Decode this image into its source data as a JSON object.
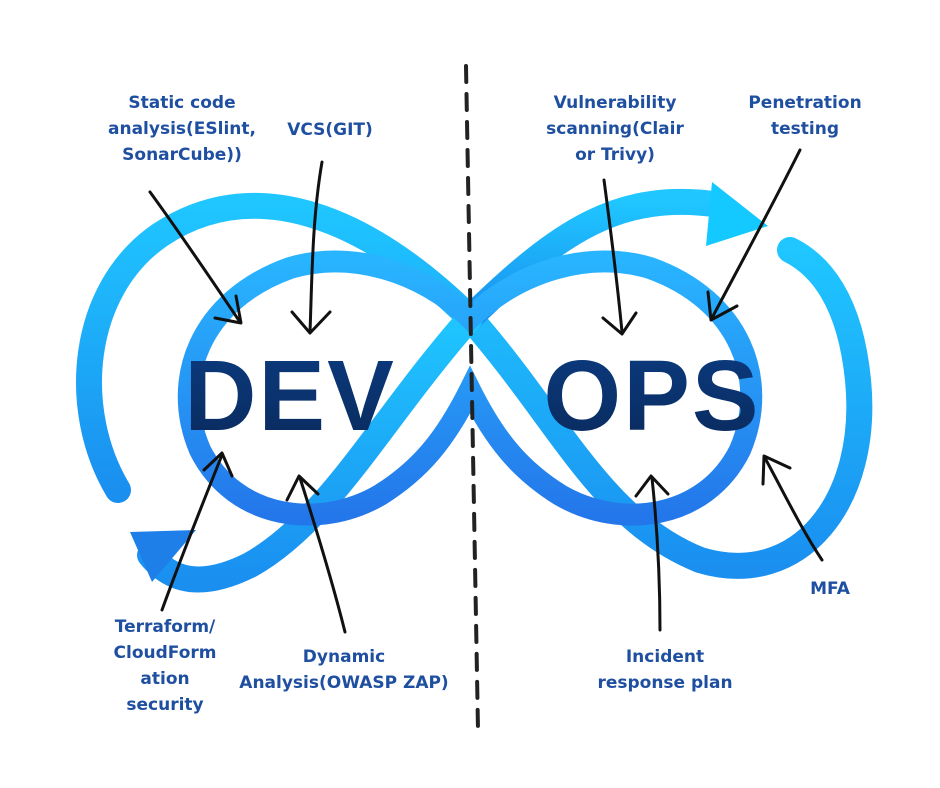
{
  "colors": {
    "outer_loop": "#19b4f6",
    "inner_loop": "#2a8ff2",
    "arrow_head_top": "#14c9ff",
    "arrow_head_bottom": "#1e7fe8",
    "title_text": "#0c3a7a",
    "label_text": "#1f4fa0",
    "pointer_arrows": "#111111",
    "divider": "#222222"
  },
  "center": {
    "left_word": "DEV",
    "right_word": "OPS"
  },
  "labels": {
    "static_code_analysis": [
      "Static code",
      "analysis(ESlint,",
      "SonarCube))"
    ],
    "vcs": [
      "VCS(GIT)"
    ],
    "vulnerability_scanning": [
      "Vulnerability",
      "scanning(Clair",
      "or Trivy)"
    ],
    "penetration_testing": [
      "Penetration",
      "testing"
    ],
    "terraform": [
      "Terraform/",
      "CloudForm",
      "ation",
      "security"
    ],
    "dynamic_analysis": [
      "Dynamic",
      "Analysis(OWASP ZAP)"
    ],
    "incident_response": [
      "Incident",
      "response plan"
    ],
    "mfa": [
      "MFA"
    ]
  }
}
